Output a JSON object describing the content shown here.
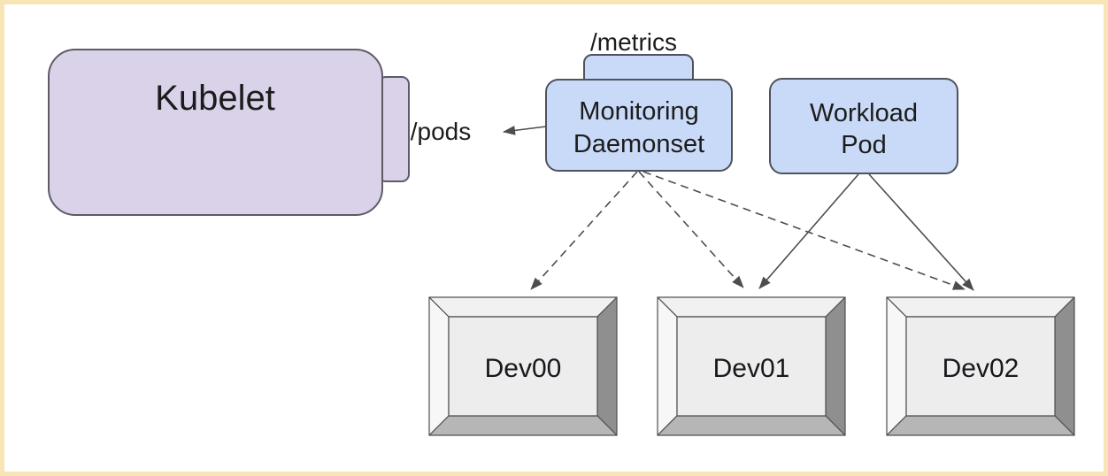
{
  "frame": {
    "color": "#f8e5b6"
  },
  "colors": {
    "background": "#ffffff",
    "arrow": "#4d4d4d",
    "node_purple_fill": "#d9d2e9",
    "node_purple_stroke": "#5e5a66",
    "node_blue_fill": "#c9daf8",
    "node_blue_stroke": "#4e545c"
  },
  "nodes": {
    "kubelet": {
      "label": "Kubelet",
      "endpoint_label": "/pods"
    },
    "monitoring_daemonset": {
      "label_line1": "Monitoring",
      "label_line2": "Daemonset",
      "endpoint_label": "/metrics"
    },
    "workload_pod": {
      "label_line1": "Workload",
      "label_line2": "Pod"
    },
    "devices": [
      {
        "label": "Dev00"
      },
      {
        "label": "Dev01"
      },
      {
        "label": "Dev02"
      }
    ]
  },
  "device_style": {
    "face": "#ededed",
    "bevel_top": "#f1f1f1",
    "bevel_left": "#f7f7f7",
    "bevel_right": "#8f8f8f",
    "bevel_bottom": "#b6b6b6",
    "seam": "#4f4f4f"
  },
  "edges": [
    {
      "from": "monitoring_daemonset",
      "to": "kubelet./pods",
      "style": "solid-arrow"
    },
    {
      "from": "monitoring_daemonset",
      "to": "Dev00",
      "style": "dashed-arrow"
    },
    {
      "from": "monitoring_daemonset",
      "to": "Dev01",
      "style": "dashed-arrow"
    },
    {
      "from": "monitoring_daemonset",
      "to": "Dev02",
      "style": "dashed-arrow"
    },
    {
      "from": "workload_pod",
      "to": "Dev01",
      "style": "solid-arrow"
    },
    {
      "from": "workload_pod",
      "to": "Dev02",
      "style": "solid-arrow"
    }
  ]
}
